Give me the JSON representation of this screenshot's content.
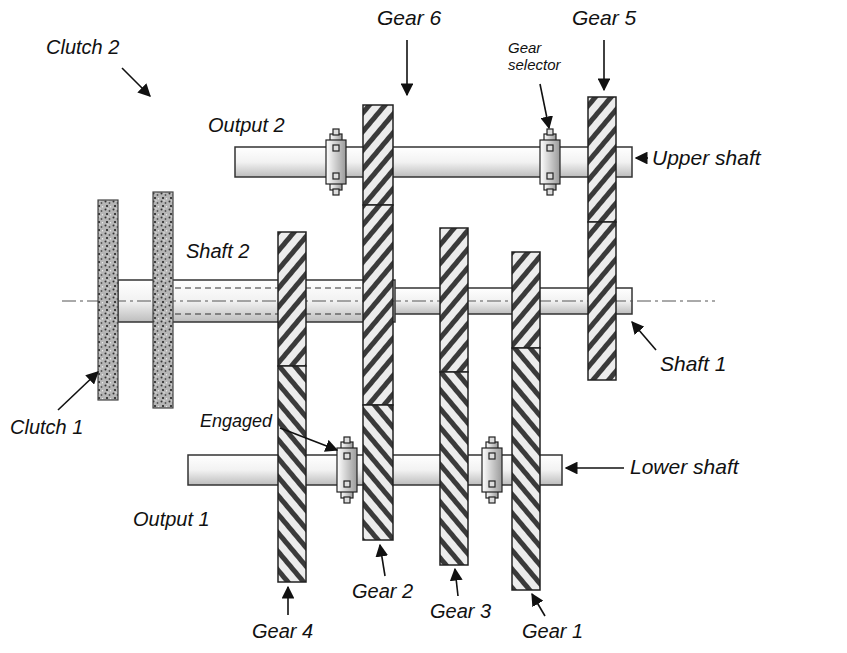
{
  "diagram": {
    "labels": [
      "Gear 6",
      "Gear 5",
      "Gear selector",
      "Output 2",
      "Upper shaft",
      "Clutch 2",
      "Shaft 2",
      "Shaft 1",
      "Clutch 1",
      "Engaged",
      "Lower shaft",
      "Output 1",
      "Gear 4",
      "Gear 2",
      "Gear 3",
      "Gear 1"
    ]
  }
}
